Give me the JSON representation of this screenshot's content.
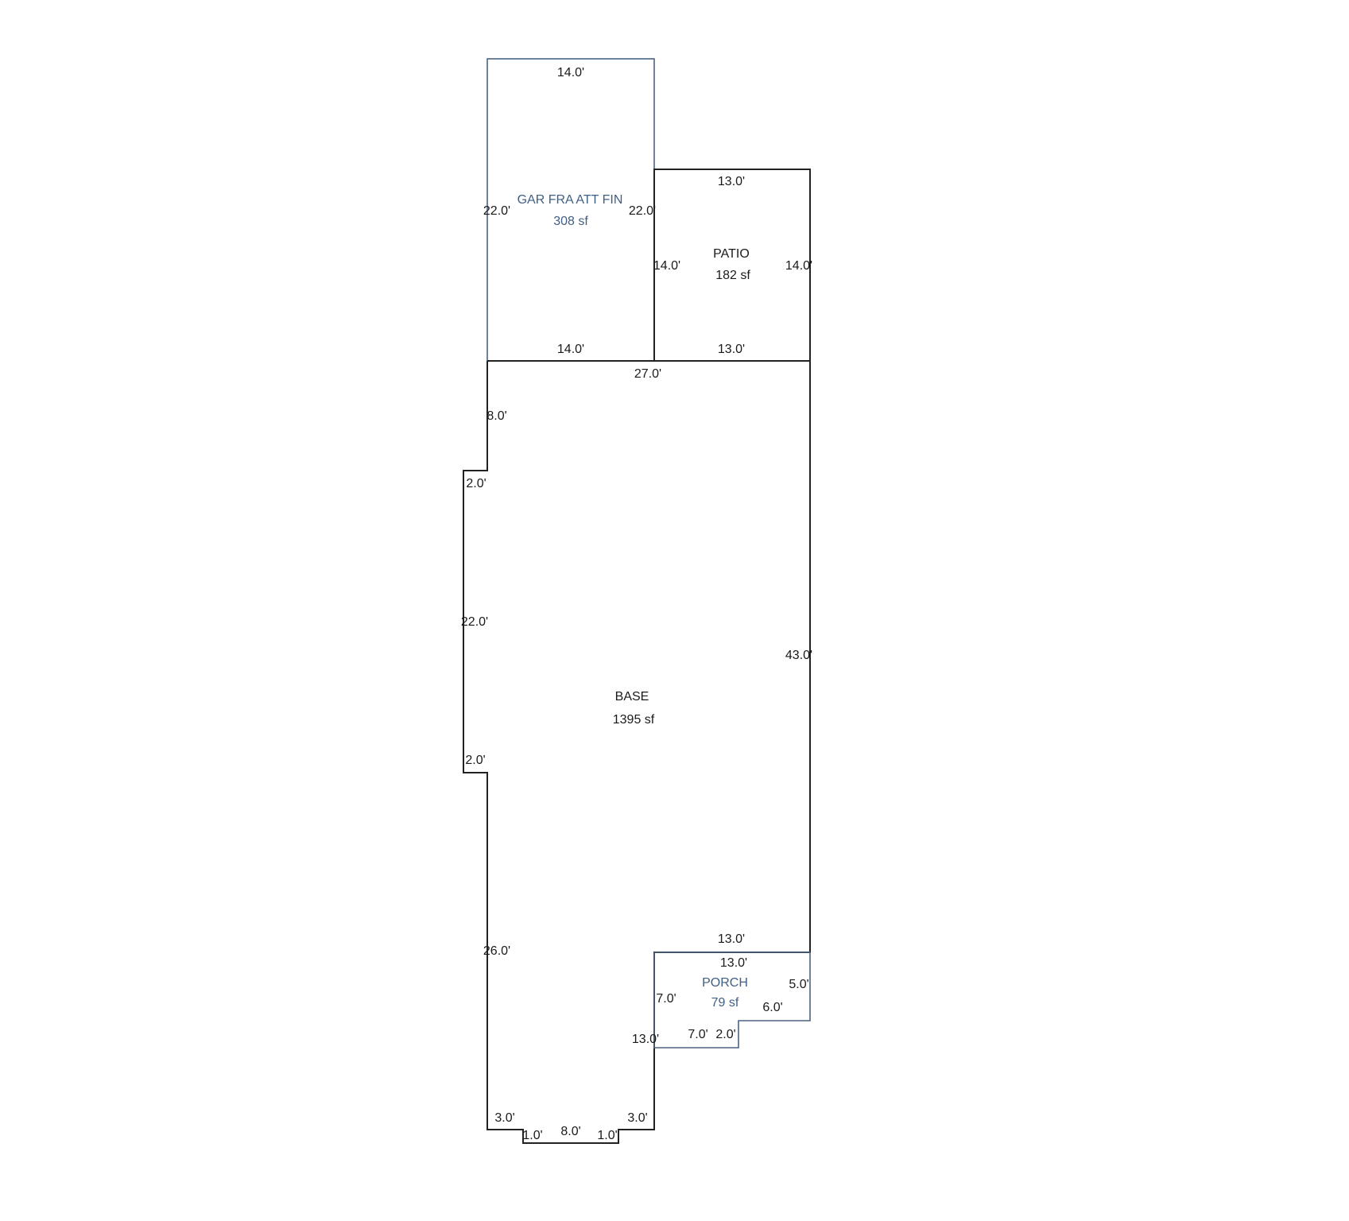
{
  "areas": {
    "garage": {
      "name": "GAR FRA ATT FIN",
      "area": "308 sf",
      "color": "#3f5f85"
    },
    "patio": {
      "name": "PATIO",
      "area": "182 sf",
      "color": "#1a1a1a"
    },
    "base": {
      "name": "BASE",
      "area": "1395 sf",
      "color": "#1a1a1a"
    },
    "porch": {
      "name": "PORCH",
      "area": "79 sf",
      "color": "#3f5f85"
    }
  },
  "dimensions": {
    "garage_top": "14.0'",
    "garage_left": "22.0'",
    "garage_right": "22.0'",
    "garage_bottom": "14.0'",
    "patio_top": "13.0'",
    "patio_left": "14.0'",
    "patio_right": "14.0'",
    "patio_bottom": "13.0'",
    "base_top": "27.0'",
    "base_left_upper": "8.0'",
    "base_jog_upper": "2.0'",
    "base_left_bump": "22.0'",
    "base_jog_lower": "2.0'",
    "base_left_lower": "26.0'",
    "base_right": "43.0'",
    "base_porch_top": "13.0'",
    "base_porch_side": "13.0'",
    "base_bottom_left": "3.0'",
    "base_notch_left": "1.0'",
    "base_notch_bottom": "8.0'",
    "base_notch_right": "1.0'",
    "base_bottom_right": "3.0'",
    "porch_top": "13.0'",
    "porch_right": "5.0'",
    "porch_step_h": "6.0'",
    "porch_step_v": "2.0'",
    "porch_bottom": "7.0'",
    "porch_left": "7.0'"
  }
}
